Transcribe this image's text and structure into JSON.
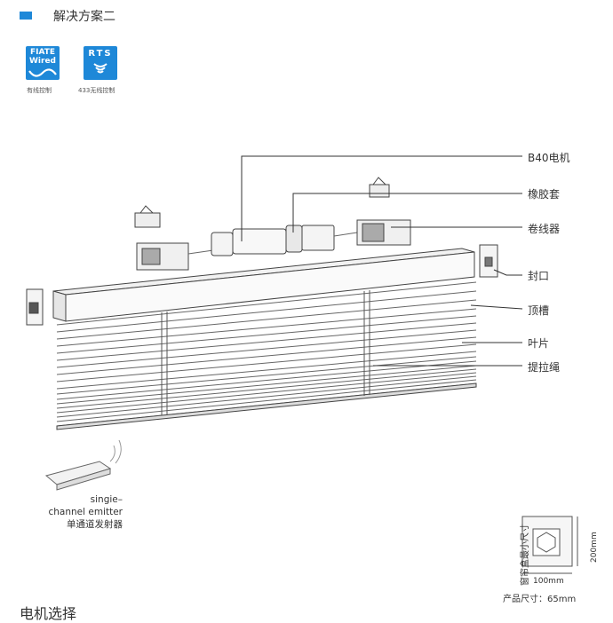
{
  "header": {
    "title": "解决方案二",
    "accent_color": "#1e88d8"
  },
  "badges": [
    {
      "line1": "FIATE",
      "line2": "Wired",
      "icon": "wave-icon",
      "caption": "有线控制"
    },
    {
      "line1": "RTS",
      "icon": "radio-waves-icon",
      "caption": "433无线控制"
    }
  ],
  "callouts": {
    "motor": "B40电机",
    "rubber_sleeve": "橡胶套",
    "reel": "卷线器",
    "end_cap": "封口",
    "top_rail": "顶槽",
    "slats": "叶片",
    "lift_cord": "提拉绳"
  },
  "emitter": {
    "line1": "singie–",
    "line2": "channel emitter",
    "line3": "单通道发射器",
    "icon": "remote-emitter-icon"
  },
  "box_size": {
    "label": "窗帘盒最小尺寸",
    "width": "100mm",
    "height": "200mm",
    "product_size": "产品尺寸：65mm"
  },
  "section_title": "电机选择"
}
